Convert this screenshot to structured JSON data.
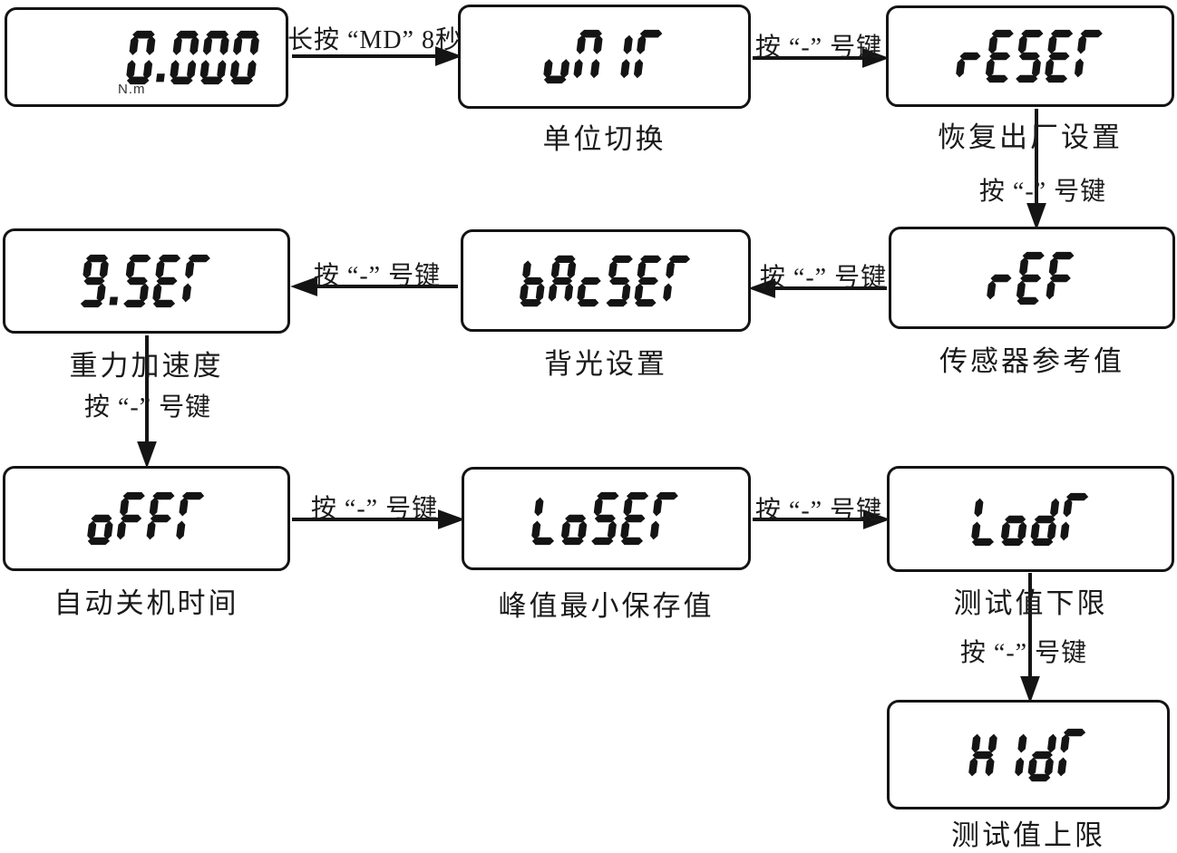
{
  "colors": {
    "ink": "#141414",
    "background": "#ffffff"
  },
  "nodes": {
    "home": {
      "display": "0.000",
      "unit": "N.m"
    },
    "unit": {
      "display": "uNIT",
      "caption": "单位切换"
    },
    "reset": {
      "display": "rESET",
      "caption": "恢复出厂设置"
    },
    "ref": {
      "display": "rEF",
      "caption": "传感器参考值"
    },
    "bacset": {
      "display": "bAcSET",
      "caption": "背光设置"
    },
    "gset": {
      "display": "g.SET",
      "caption": "重力加速度"
    },
    "offt": {
      "display": "oFFT",
      "caption": "自动关机时间"
    },
    "loset": {
      "display": "LoSET",
      "caption": "峰值最小保存值"
    },
    "lodt": {
      "display": "LodT",
      "caption": "测试值下限"
    },
    "hidt": {
      "display": "HIdT",
      "caption": "测试值上限"
    }
  },
  "edges": [
    {
      "from": "home",
      "to": "unit",
      "label": "长按 “MD” 8秒"
    },
    {
      "from": "unit",
      "to": "reset",
      "label": "按 “-” 号键"
    },
    {
      "from": "reset",
      "to": "ref",
      "label": "按 “-” 号键"
    },
    {
      "from": "ref",
      "to": "bacset",
      "label": "按 “-” 号键"
    },
    {
      "from": "bacset",
      "to": "gset",
      "label": "按 “-” 号键"
    },
    {
      "from": "gset",
      "to": "offt",
      "label": "按 “-” 号键"
    },
    {
      "from": "offt",
      "to": "loset",
      "label": "按 “-” 号键"
    },
    {
      "from": "loset",
      "to": "lodt",
      "label": "按 “-” 号键"
    },
    {
      "from": "lodt",
      "to": "hidt",
      "label": "按 “-” 号键"
    }
  ]
}
